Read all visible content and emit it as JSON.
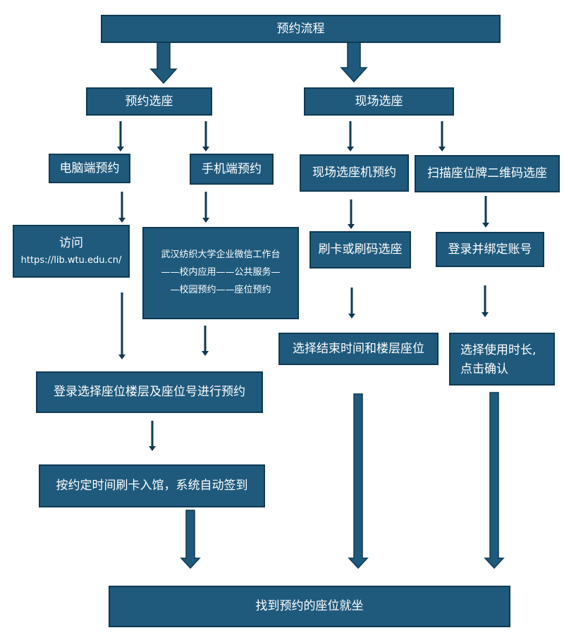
{
  "colors": {
    "box_fill": "#1f5a7d",
    "box_border": "#0f3a53",
    "box_text": "#ffffff",
    "arrow": "#1f5a7d",
    "arrow_border": "#0f3a53"
  },
  "nodes": {
    "root": "预约流程",
    "reserve_seat": "预约选座",
    "onsite_seat": "现场选座",
    "pc": "电脑端预约",
    "mobile": "手机端预约",
    "kiosk": "现场选座机预约",
    "qr": "扫描座位牌二维码选座",
    "visit": {
      "line1": "访问",
      "line2": "https://lib.wtu.edu.cn/"
    },
    "wechat": {
      "line1": "武汉纺织大学企业微信工作台",
      "line2": "——校内应用——公共服务—",
      "line3": "—校园预约——座位预约"
    },
    "swipe": "刷卡或刷码选座",
    "bind": "登录并绑定账号",
    "choose_time": "选择结束时间和楼层座位",
    "duration": {
      "line1": "选择使用时长,",
      "line2": "点击确认"
    },
    "login_reserve": "登录选择座位楼层及座位号进行预约",
    "checkin": "按约定时间刷卡入馆，系统自动签到",
    "final": "找到预约的座位就坐"
  }
}
